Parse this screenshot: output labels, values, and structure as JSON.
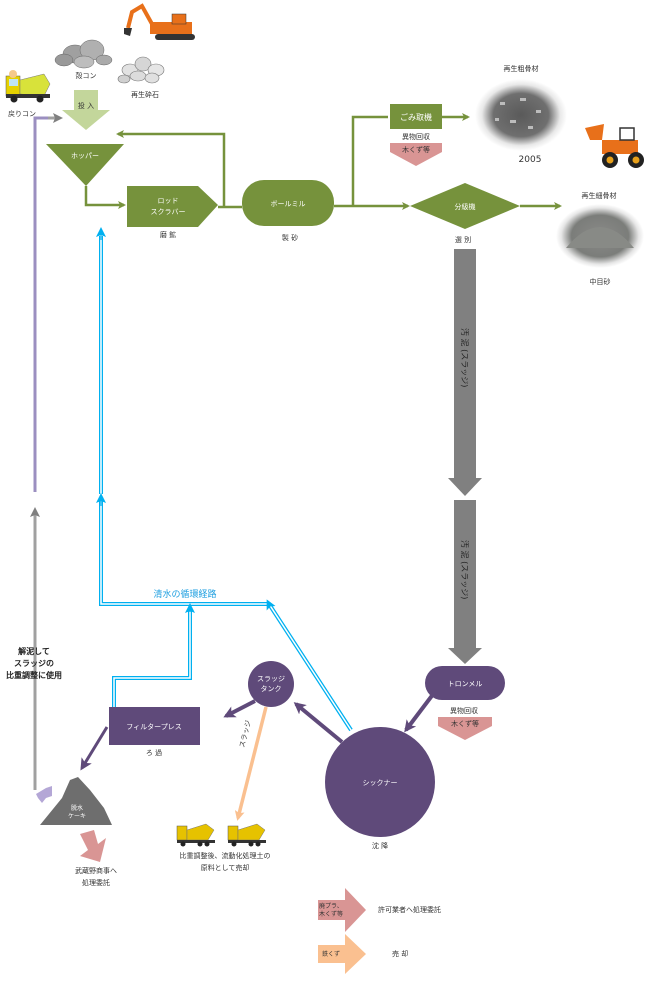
{
  "colors": {
    "green": "#76923c",
    "light_green": "#c3d69b",
    "purple": "#5f4a7a",
    "light_purple": "#b4a7d6",
    "gray": "#808080",
    "cyan": "#00b0f0",
    "pink": "#d99594",
    "orange": "#fac090",
    "cyan_text": "#1f9fe0"
  },
  "inputs": {
    "return_concrete": "戻りコン",
    "waste_concrete": "殻コン",
    "recycled_crushed_stone": "再生砕石",
    "input_label": "投 入"
  },
  "nodes": {
    "hopper": "ホッパー",
    "rod_scrubber_line1": "ロッド",
    "rod_scrubber_line2": "スクラバー",
    "rod_scrubber_caption": "磨 鉱",
    "ball_mill": "ボールミル",
    "ball_mill_caption": "製 砂",
    "dust_remover": "ごみ取機",
    "foreign_recovery_1": "異物回収",
    "wood_chips_1": "木くず等",
    "classifier": "分級機",
    "classifier_caption": "選 別",
    "trommel": "トロンメル",
    "foreign_recovery_2": "異物回収",
    "wood_chips_2": "木くず等",
    "thickener": "シックナー",
    "thickener_caption": "沈 降",
    "sludge_tank_line1": "スラッジ",
    "sludge_tank_line2": "タンク",
    "filter_press": "フィルタープレス",
    "filter_press_caption": "ろ 過",
    "dewatered_cake_line1": "脱水",
    "dewatered_cake_line2": "ケーキ"
  },
  "products": {
    "coarse_aggregate_title": "再生粗骨材",
    "coarse_aggregate_caption": "2005",
    "fine_aggregate_title": "再生細骨材",
    "fine_aggregate_caption": "中目砂"
  },
  "flows": {
    "sludge_1": "汚 泥 (スラッジ)",
    "sludge_2": "汚 泥 (スラッジ)",
    "clear_water_loop": "清水の循環経路",
    "sludge_orange": "スラッジ",
    "reuse_line1": "解泥して",
    "reuse_line2": "スラッジの",
    "reuse_line3": "比重調整に使用",
    "sold_line1": "比重調整後、流動化処理土の",
    "sold_line2": "原料として売却",
    "disposal_line1": "武蔵野商事へ",
    "disposal_line2": "処理委託"
  },
  "legend": {
    "items": [
      {
        "arrow_line1": "廃プラ、",
        "arrow_line2": "木くず等",
        "text": "許可業者へ処理委託",
        "color": "#d99594"
      },
      {
        "arrow_line1": "鉄くず",
        "arrow_line2": "",
        "text": "売 却",
        "color": "#fac090"
      }
    ]
  }
}
